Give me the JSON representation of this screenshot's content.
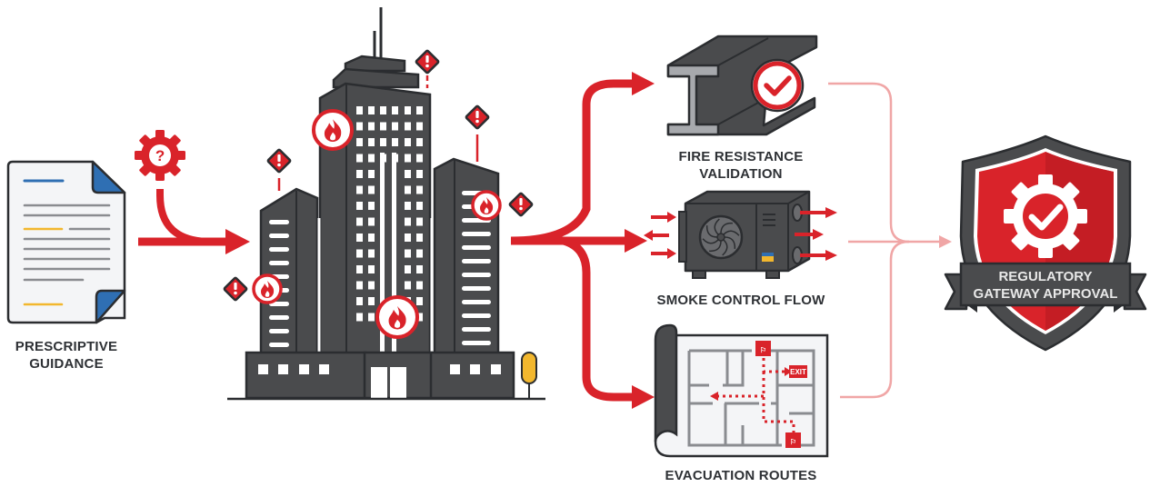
{
  "diagram": {
    "title": "Fire safety performance-based design flow",
    "colors": {
      "accent_red": "#d9232a",
      "dark_gray": "#4a4b4d",
      "outline": "#2b2d30",
      "light_red_connector": "#f0a6a6",
      "doc_blue": "#2f6fb3",
      "doc_yellow": "#f2b72e"
    },
    "nodes": {
      "input": {
        "label_line1": "PRESCRIPTIVE",
        "label_line2": "GUIDANCE",
        "icon": "document-icon",
        "annotation_icon": "question-gear-icon"
      },
      "building": {
        "icon": "high-rise-buildings-icon",
        "hazard_markers": [
          "warning-diamond-icon",
          "warning-diamond-icon",
          "warning-diamond-icon",
          "warning-diamond-icon",
          "warning-diamond-icon"
        ],
        "fire_markers": [
          "fire-icon",
          "fire-icon",
          "fire-icon",
          "fire-icon"
        ]
      },
      "outputs": [
        {
          "label_line1": "FIRE RESISTANCE",
          "label_line2": "VALIDATION",
          "icon": "steel-i-beam-check-icon"
        },
        {
          "label_line1": "SMOKE CONTROL FLOW",
          "label_line2": "",
          "icon": "smoke-fan-unit-icon"
        },
        {
          "label_line1": "EVACUATION ROUTES",
          "label_line2": "",
          "icon": "floor-plan-blueprint-icon",
          "exit_sign_text": "EXIT"
        }
      ],
      "final": {
        "label_line1": "REGULATORY",
        "label_line2": "GATEWAY APPROVAL",
        "icon": "shield-gear-check-icon"
      }
    },
    "edges": [
      {
        "from": "input",
        "to": "building"
      },
      {
        "from": "building",
        "to": "outputs.0"
      },
      {
        "from": "building",
        "to": "outputs.1"
      },
      {
        "from": "building",
        "to": "outputs.2"
      },
      {
        "from": "outputs",
        "to": "final"
      }
    ]
  }
}
